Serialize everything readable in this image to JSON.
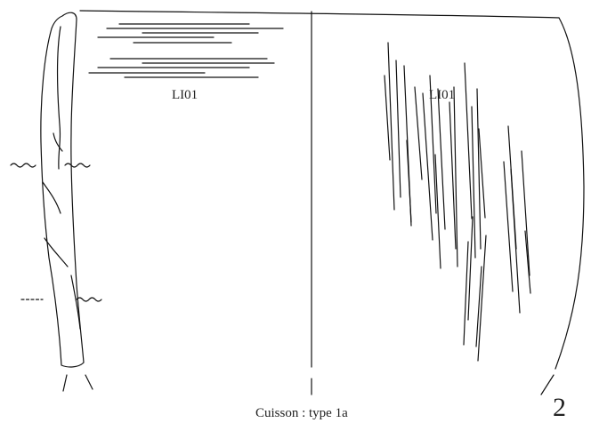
{
  "labels": {
    "left_zone": "LI01",
    "right_zone": "LI01",
    "caption": "Cuisson : type 1a",
    "plate_number": "2"
  },
  "colors": {
    "stroke": "#111111",
    "text": "#222222",
    "background": "#ffffff"
  }
}
